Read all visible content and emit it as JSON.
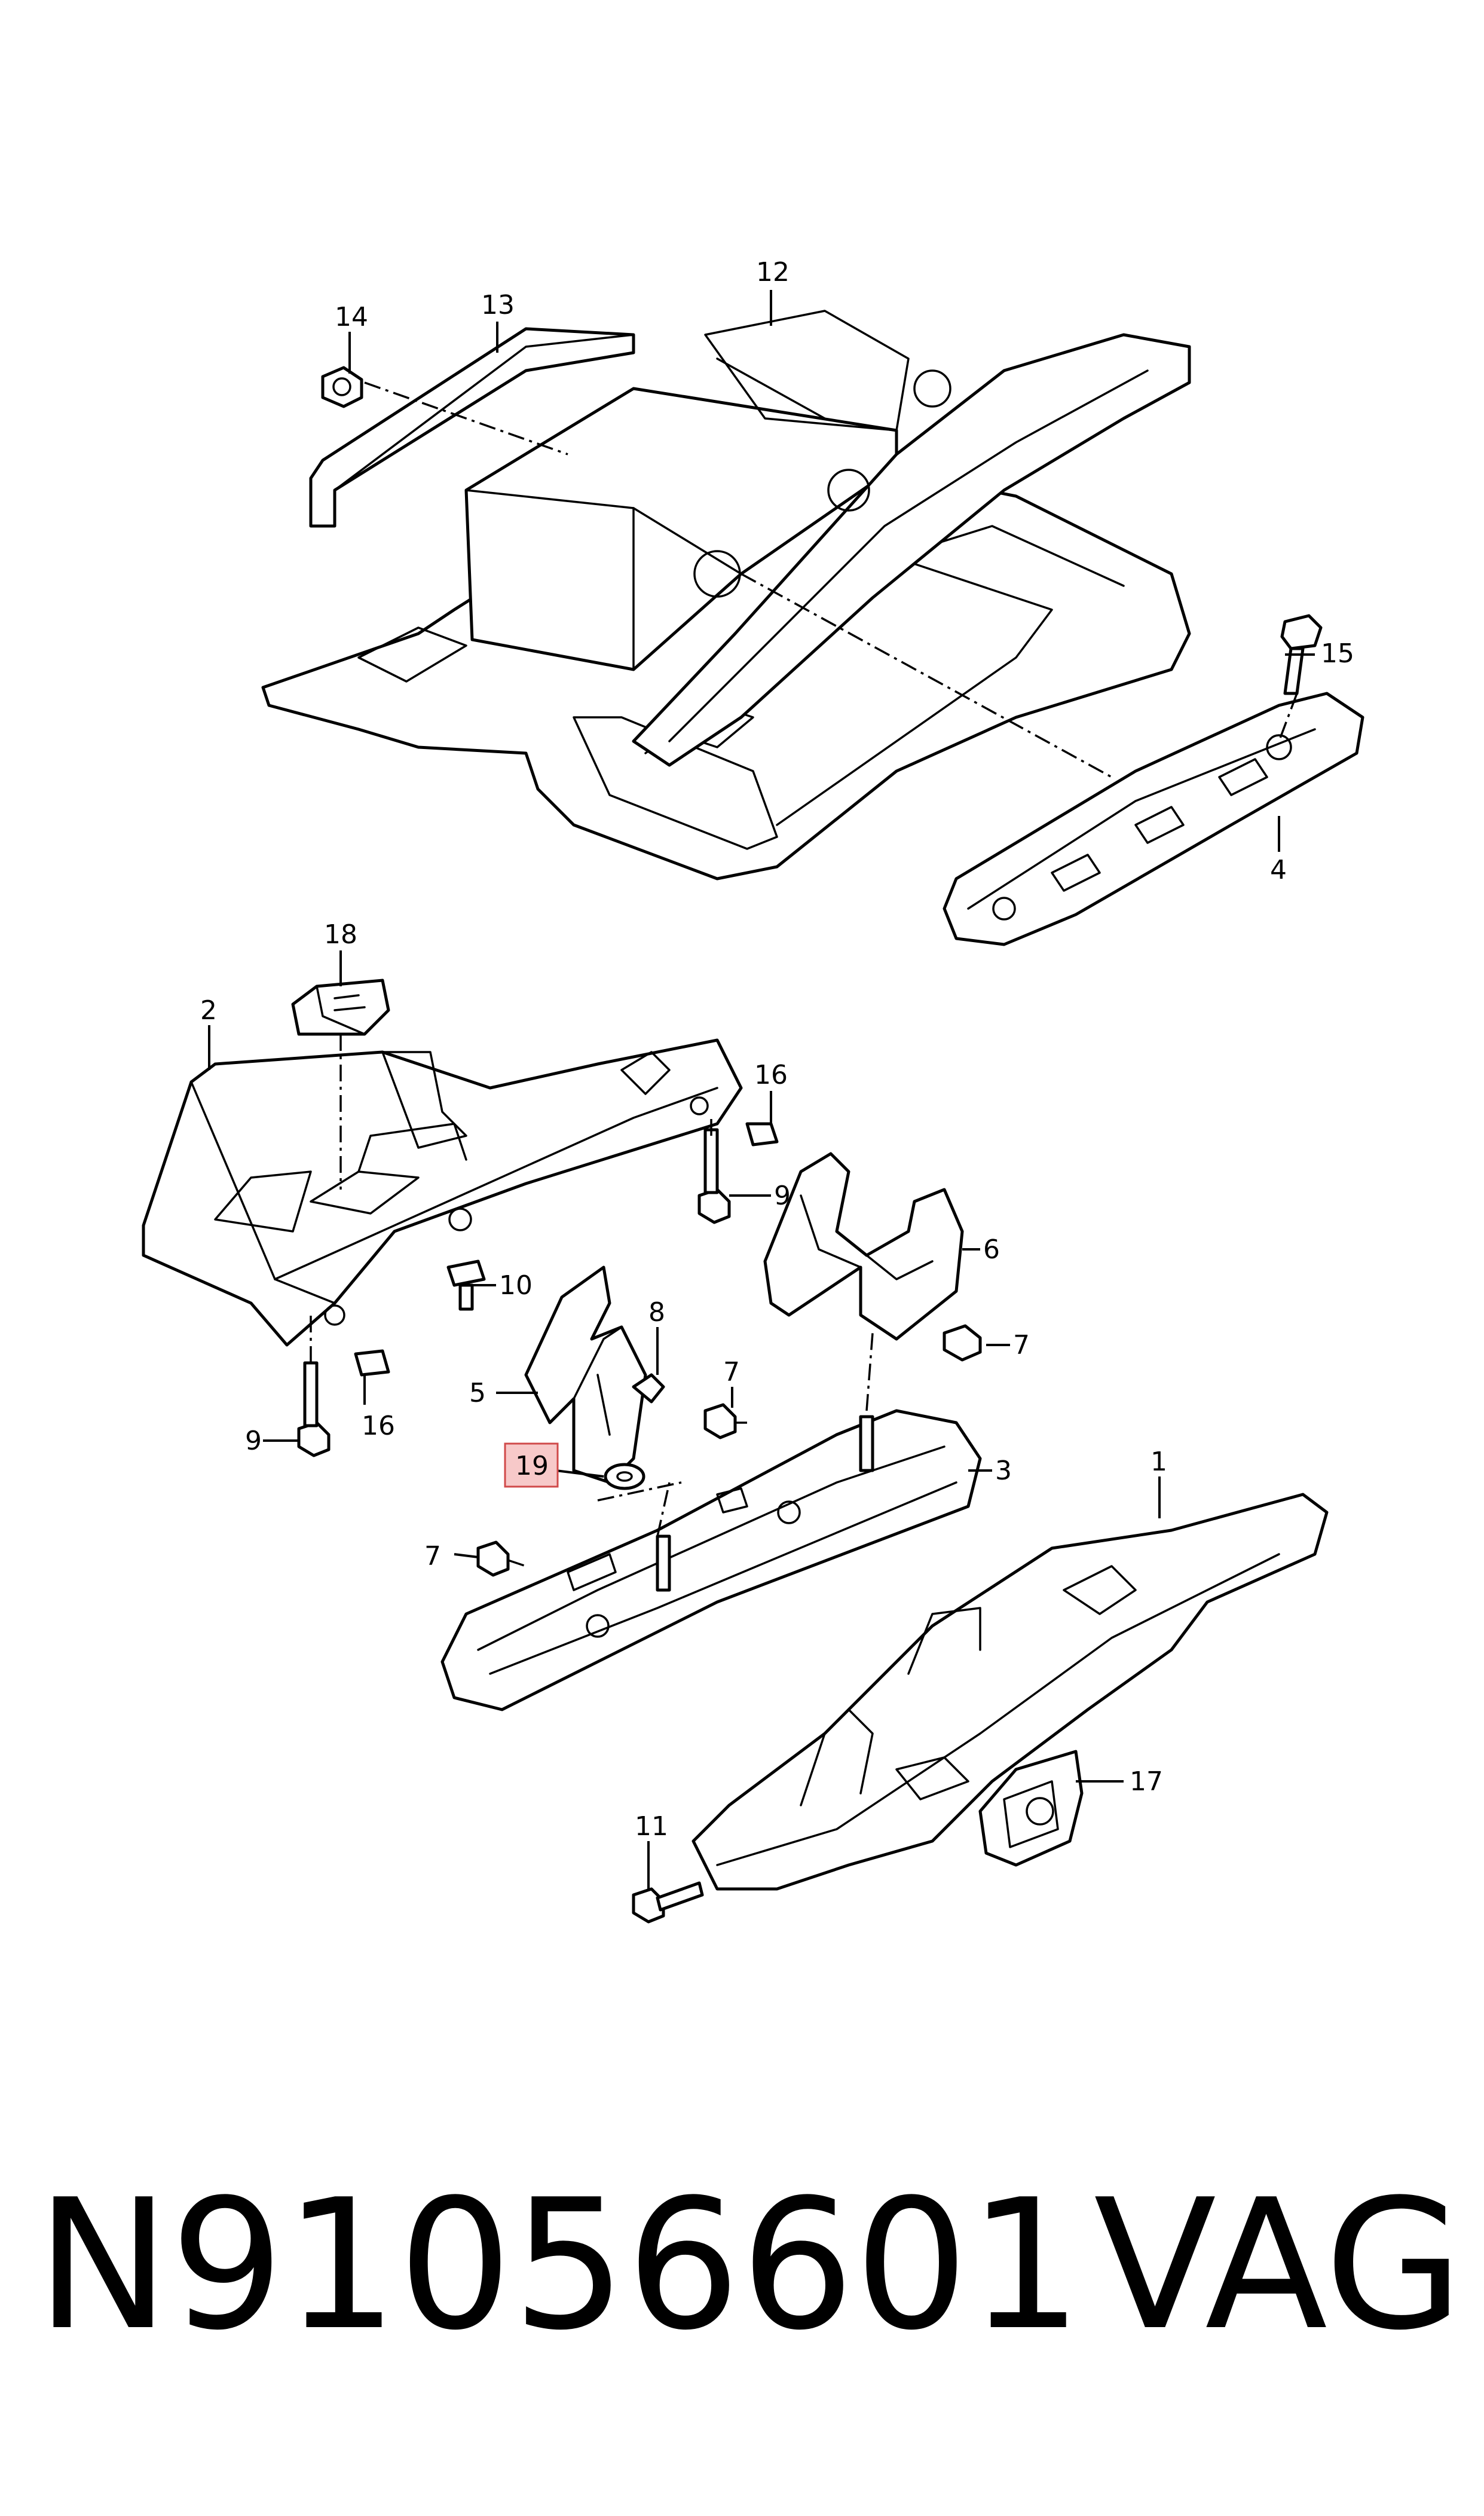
{
  "callouts": {
    "c1": "1",
    "c2": "2",
    "c3": "3",
    "c4": "4",
    "c5": "5",
    "c6": "6",
    "c7a": "7",
    "c7b": "7",
    "c7c": "7",
    "c8": "8",
    "c9a": "9",
    "c9b": "9",
    "c10": "10",
    "c11": "11",
    "c12": "12",
    "c13": "13",
    "c14": "14",
    "c15": "15",
    "c16a": "16",
    "c16b": "16",
    "c17": "17",
    "c18": "18",
    "c19": "19"
  },
  "highlighted_callout": "19",
  "highlight_color": "#f7c9c9",
  "caption": {
    "part_number": "N91056601",
    "brand": "VAG"
  }
}
